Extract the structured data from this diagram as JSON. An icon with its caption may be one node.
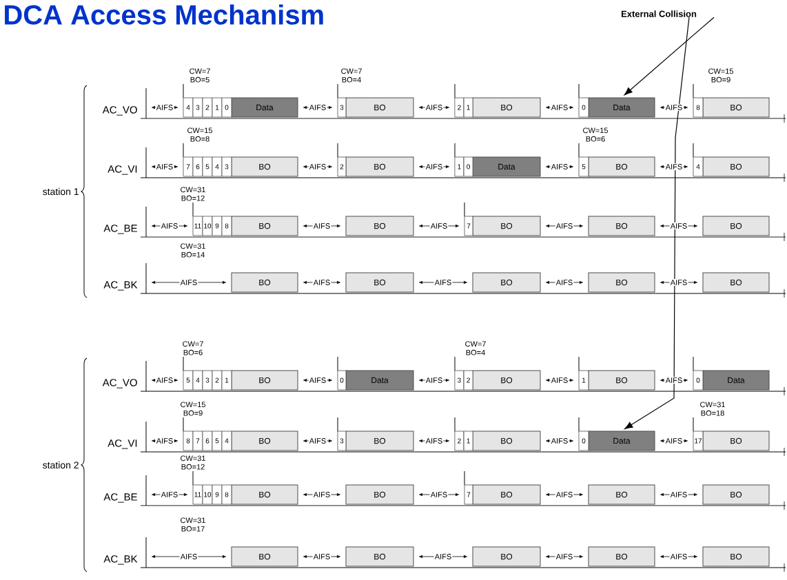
{
  "diagram": {
    "title": "DCA Access Mechanism",
    "nodes": [
      {
        "text": [
          "External Collision"
        ]
      },
      {
        "text": [
          "Data"
        ]
      },
      {
        "text": [
          "BO"
        ]
      },
      {
        "text": [
          "BO"
        ]
      },
      {
        "text": [
          "Data"
        ]
      },
      {
        "text": [
          "BO"
        ]
      },
      {
        "text": [
          "BO"
        ]
      },
      {
        "text": [
          "BO"
        ]
      },
      {
        "text": [
          "Data"
        ]
      },
      {
        "text": [
          "BO"
        ]
      },
      {
        "text": [
          "BO"
        ]
      },
      {
        "text": [
          "BO"
        ]
      },
      {
        "text": [
          "BO"
        ]
      },
      {
        "text": [
          "BO"
        ]
      },
      {
        "text": [
          "BO"
        ]
      },
      {
        "text": [
          "BO"
        ]
      },
      {
        "text": [
          "BO"
        ]
      },
      {
        "text": [
          "BO"
        ]
      },
      {
        "text": [
          "BO"
        ]
      },
      {
        "text": [
          "BO"
        ]
      },
      {
        "text": [
          "BO"
        ]
      },
      {
        "text": [
          "BO"
        ]
      },
      {
        "text": [
          "Data"
        ]
      },
      {
        "text": [
          "BO"
        ]
      },
      {
        "text": [
          "BO"
        ]
      },
      {
        "text": [
          "Data"
        ]
      },
      {
        "text": [
          "BO"
        ]
      },
      {
        "text": [
          "BO"
        ]
      },
      {
        "text": [
          "BO"
        ]
      },
      {
        "text": [
          "Data"
        ]
      },
      {
        "text": [
          "BO"
        ]
      },
      {
        "text": [
          "BO"
        ]
      },
      {
        "text": [
          "BO"
        ]
      },
      {
        "text": [
          "BO"
        ]
      },
      {
        "text": [
          "BO"
        ]
      },
      {
        "text": [
          "BO"
        ]
      },
      {
        "text": [
          "BO"
        ]
      },
      {
        "text": [
          "BO"
        ]
      },
      {
        "text": [
          "BO"
        ]
      },
      {
        "text": [
          "BO"
        ]
      },
      {
        "text": [
          "BO"
        ]
      }
    ],
    "edges": [
      {
        "from": 0,
        "to": 4,
        "arrow": "to"
      },
      {
        "from": 0,
        "to": 29,
        "arrow": "to"
      }
    ],
    "labels": [
      "CW=7 BO=5",
      "CW=7 BO=4",
      "CW=15 BO=9",
      "AC_VO",
      "AIFS",
      "4",
      "3",
      "2",
      "1",
      "0",
      "AIFS",
      "3",
      "AIFS",
      "2",
      "1",
      "AIFS",
      "0",
      "AIFS",
      "8",
      "CW=15 BO=8",
      "CW=15 BO=6",
      "AC_VI",
      "AIFS",
      "7",
      "6",
      "5",
      "4",
      "3",
      "AIFS",
      "2",
      "AIFS",
      "1",
      "0",
      "AIFS",
      "5",
      "AIFS",
      "4",
      "station 1",
      "CW=31 BO=12",
      "AC_BE",
      "AIFS",
      "11",
      "10",
      "9",
      "8",
      "AIFS",
      "AIFS",
      "7",
      "AIFS",
      "AIFS",
      "CW=31 BO=14",
      "AC_BK",
      "AIFS",
      "AIFS",
      "AIFS",
      "AIFS",
      "AIFS",
      "CW=7 BO=6",
      "CW=7 BO=4",
      "AC_VO",
      "AIFS",
      "5",
      "4",
      "3",
      "2",
      "1",
      "AIFS",
      "0",
      "AIFS",
      "3",
      "2",
      "AIFS",
      "1",
      "AIFS",
      "0",
      "CW=15 BO=9",
      "CW=31 BO=18",
      "AC_VI",
      "AIFS",
      "8",
      "7",
      "6",
      "5",
      "4",
      "AIFS",
      "3",
      "AIFS",
      "2",
      "1",
      "AIFS",
      "0",
      "AIFS",
      "17",
      "station 2",
      "CW=31 BO=12",
      "AC_BE",
      "AIFS",
      "11",
      "10",
      "9",
      "8",
      "AIFS",
      "AIFS",
      "7",
      "AIFS",
      "AIFS",
      "CW=31 BO=17",
      "AC_BK",
      "AIFS",
      "AIFS",
      "AIFS",
      "AIFS",
      "AIFS"
    ]
  }
}
